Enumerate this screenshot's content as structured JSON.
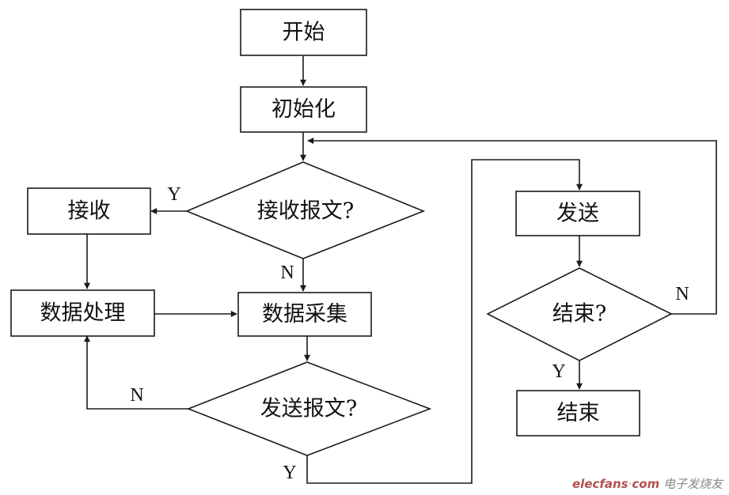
{
  "nodes": {
    "start": "开始",
    "init": "初始化",
    "receive_msg_q": "接收报文?",
    "receive": "接收",
    "data_process": "数据处理",
    "data_collect": "数据采集",
    "send_msg_q": "发送报文?",
    "send": "发送",
    "end_q": "结束?",
    "end": "结束"
  },
  "edge_labels": {
    "receive_yes": "Y",
    "receive_no": "N",
    "send_no": "N",
    "send_yes": "Y",
    "end_no": "N",
    "end_yes": "Y"
  },
  "watermark": {
    "brand": "elecfans",
    "dot": "·",
    "suffix": "com",
    "site_name": "电子发烧友"
  }
}
